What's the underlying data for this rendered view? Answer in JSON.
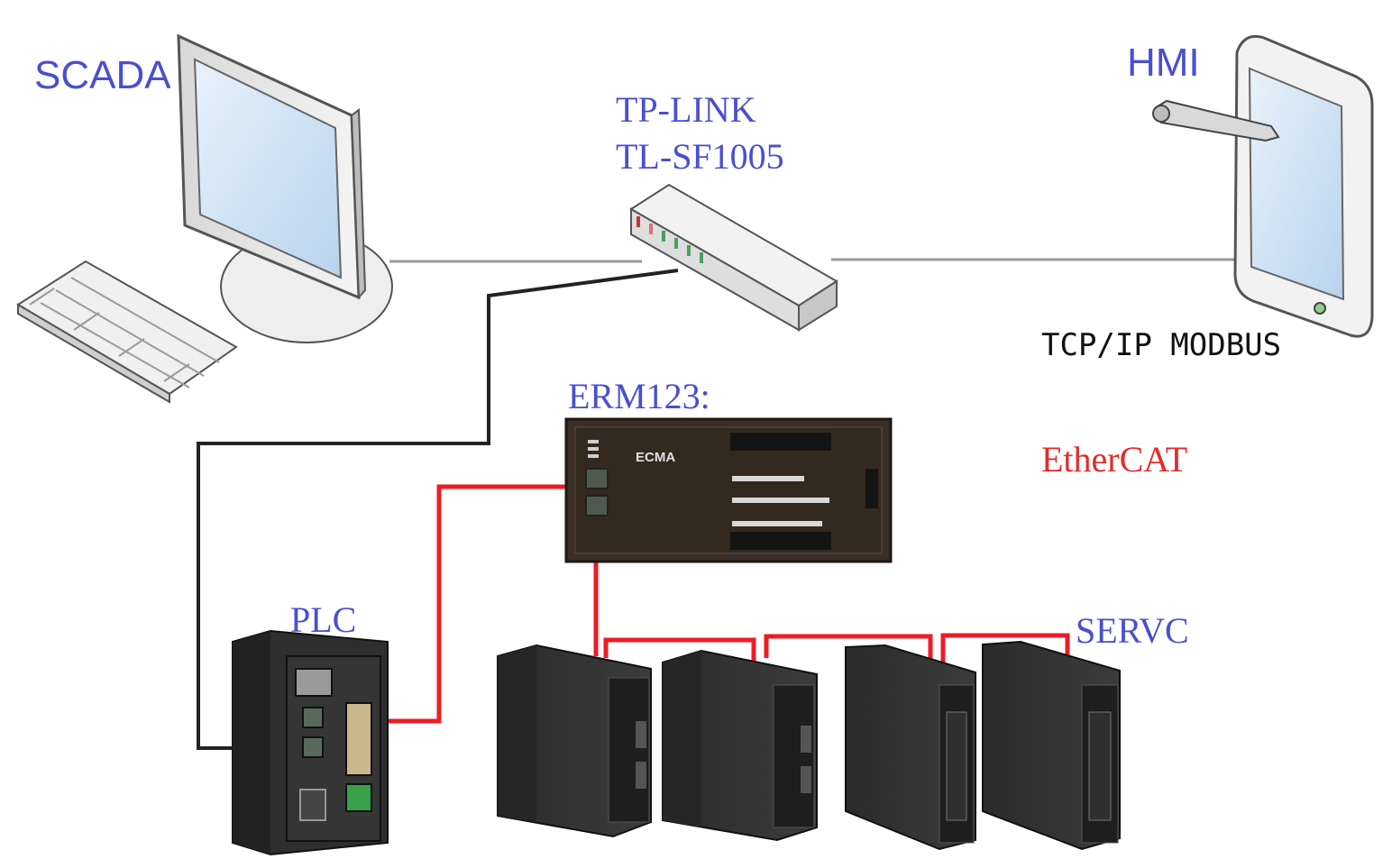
{
  "labels": {
    "scada": "SCADA",
    "switch_line1": "TP-LINK",
    "switch_line2": "TL-SF1005",
    "hmi": "HMI",
    "protocol": "TCP/IP MODBUS",
    "erm": "ERM123:",
    "ethercat": "EtherCAT",
    "plc": "PLC",
    "servo": "SERVC"
  },
  "colors": {
    "ethernet_line": "#222222",
    "backbone_line": "#9a9a9a",
    "ethercat_line": "#ee1c24",
    "device_dark": "#2a2a2a",
    "label_blue": "#4a4fd0",
    "label_red": "#e52b2b"
  },
  "icons": [
    "monitor-icon",
    "keyboard-icon",
    "switch-icon",
    "tablet-icon",
    "stylus-icon",
    "io-module-icon",
    "plc-icon",
    "servo-drive-icon"
  ]
}
